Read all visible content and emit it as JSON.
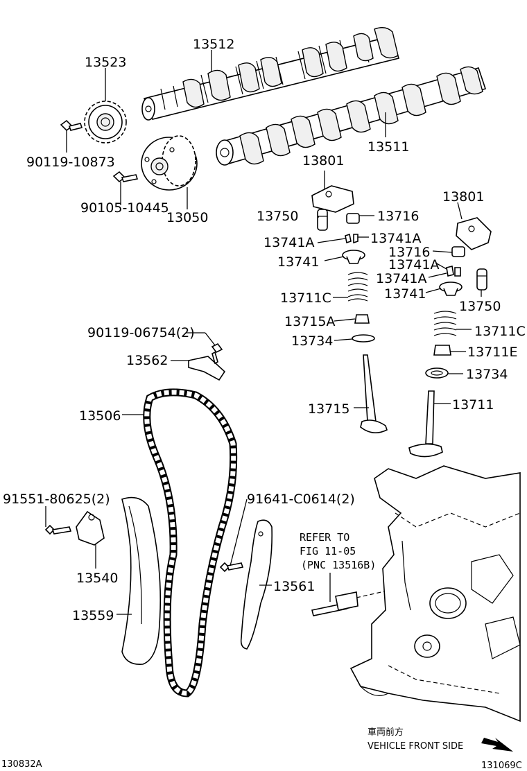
{
  "labels": [
    {
      "id": "p13512",
      "text": "13512"
    },
    {
      "id": "p13523",
      "text": "13523"
    },
    {
      "id": "p13511",
      "text": "13511"
    },
    {
      "id": "p90119_10873",
      "text": "90119-10873"
    },
    {
      "id": "p90105_10445",
      "text": "90105-10445"
    },
    {
      "id": "p13050",
      "text": "13050"
    },
    {
      "id": "p13801_a",
      "text": "13801"
    },
    {
      "id": "p13801_b",
      "text": "13801"
    },
    {
      "id": "p13750_a",
      "text": "13750"
    },
    {
      "id": "p13750_b",
      "text": "13750"
    },
    {
      "id": "p13716_a",
      "text": "13716"
    },
    {
      "id": "p13716_b",
      "text": "13716"
    },
    {
      "id": "p13741A_a",
      "text": "13741A"
    },
    {
      "id": "p13741A_b",
      "text": "13741A"
    },
    {
      "id": "p13741A_c",
      "text": "13741A"
    },
    {
      "id": "p13741A_d",
      "text": "13741A"
    },
    {
      "id": "p13741_a",
      "text": "13741"
    },
    {
      "id": "p13741_b",
      "text": "13741"
    },
    {
      "id": "p13711C_a",
      "text": "13711C"
    },
    {
      "id": "p13711C_b",
      "text": "13711C"
    },
    {
      "id": "p13715A",
      "text": "13715A"
    },
    {
      "id": "p13734_a",
      "text": "13734"
    },
    {
      "id": "p13734_b",
      "text": "13734"
    },
    {
      "id": "p13711E",
      "text": "13711E"
    },
    {
      "id": "p90119_06754",
      "text": "90119-06754(2)"
    },
    {
      "id": "p13562",
      "text": "13562"
    },
    {
      "id": "p13506",
      "text": "13506"
    },
    {
      "id": "p13715",
      "text": "13715"
    },
    {
      "id": "p13711",
      "text": "13711"
    },
    {
      "id": "p91551_80625",
      "text": "91551-80625(2)"
    },
    {
      "id": "p91641_C0614",
      "text": "91641-C0614(2)"
    },
    {
      "id": "p13540",
      "text": "13540"
    },
    {
      "id": "p13559",
      "text": "13559"
    },
    {
      "id": "p13561",
      "text": "13561"
    }
  ],
  "refer_note": {
    "line1": "REFER TO",
    "line2": "FIG 11-05",
    "line3": "(PNC 13516B)"
  },
  "direction": {
    "japanese": "車両前方",
    "english": "VEHICLE FRONT SIDE",
    "arrow_icon": "direction-arrow-icon"
  },
  "codes": {
    "left": "130832A",
    "right": "131069C"
  }
}
